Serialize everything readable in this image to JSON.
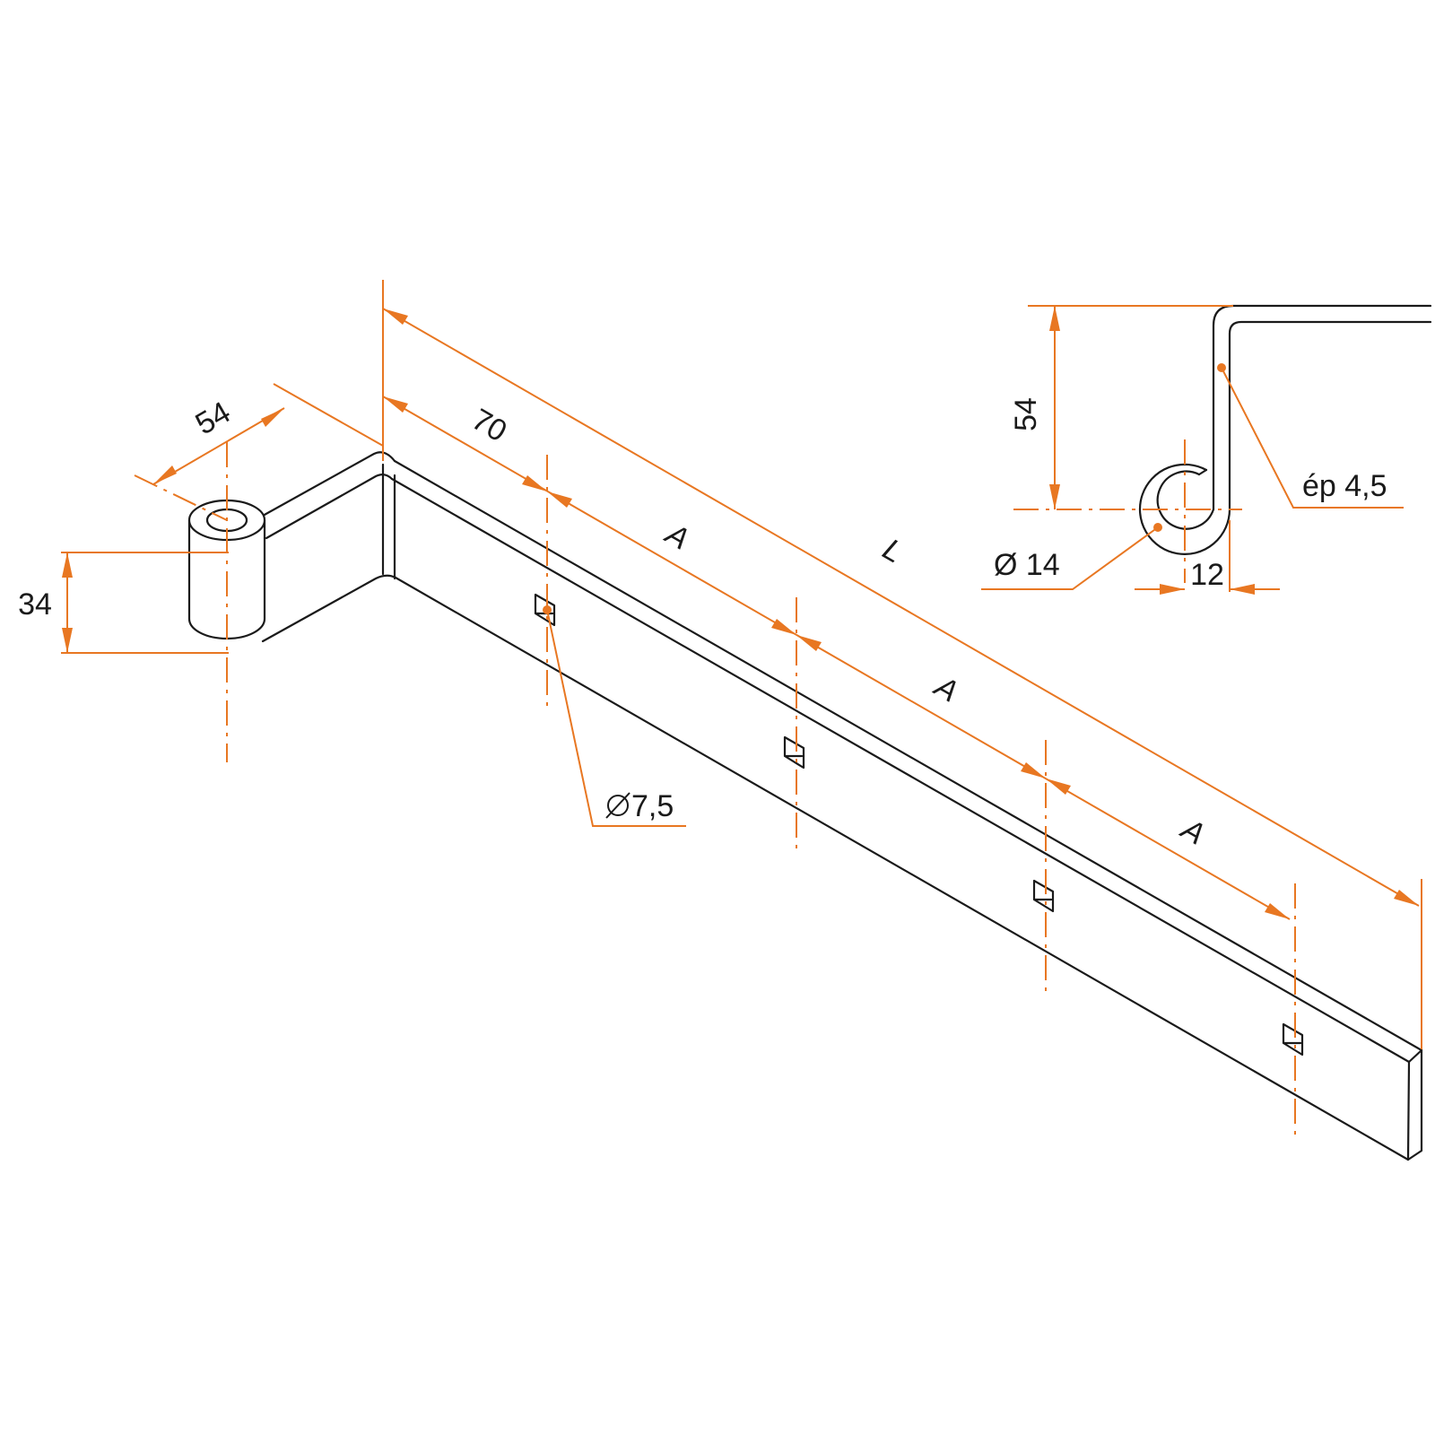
{
  "colors": {
    "dimension": "#e87722",
    "outline": "#1a1a1a",
    "background": "#ffffff"
  },
  "dimensions": {
    "knuckle_offset": "54",
    "knuckle_height": "34",
    "first_hole": "70",
    "spacing_1": "A",
    "spacing_2": "A",
    "spacing_3": "A",
    "length": "L",
    "hole_diameter": "7,5"
  },
  "detail": {
    "offset": "54",
    "thickness": "ép 4,5",
    "pin_diameter": "Ø 14",
    "pin_offset": "12"
  }
}
